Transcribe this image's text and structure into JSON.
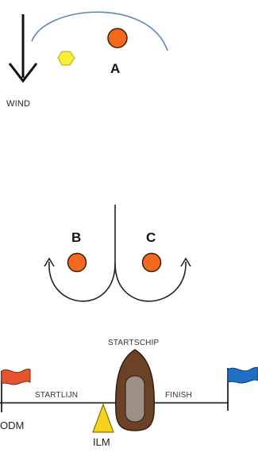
{
  "wind_label": "WIND",
  "marks": {
    "a_label": "A",
    "b_label": "B",
    "c_label": "C"
  },
  "start_line": {
    "startschip_label": "STARTSCHIP",
    "startlijn_label": "STARTLIJN",
    "finish_label": "FINISH",
    "odm_label": "ODM",
    "ilm_label": "ILM"
  },
  "colors": {
    "mark_orange": "#f26a1b",
    "mark_outline": "#3a1d0a",
    "hex_yellow": "#f7ee3a",
    "arc_blue": "#5b87b5",
    "flag_red": "#e6542f",
    "flag_blue": "#1f6fc2",
    "boat_brown": "#6b4226",
    "boat_cabin": "#9c8f86",
    "buoy_yellow": "#f4d21f",
    "line_gray": "#555555"
  }
}
